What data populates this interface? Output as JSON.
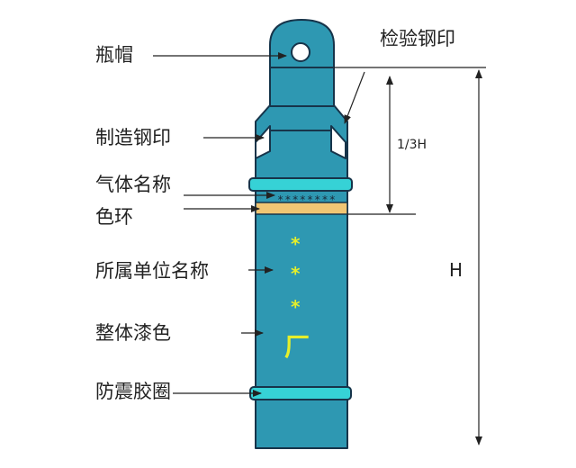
{
  "labels": {
    "cap": "瓶帽",
    "inspection_stamp": "检验钢印",
    "manufacture_stamp": "制造钢印",
    "gas_name": "气体名称",
    "color_ring": "色环",
    "unit_name": "所属单位名称",
    "overall_paint": "整体漆色",
    "rubber_ring": "防震胶圈"
  },
  "cylinder": {
    "stars": "********",
    "unit_marks": [
      "*",
      "*",
      "*"
    ],
    "unit_char": "厂"
  },
  "dimensions": {
    "third": "1/3H",
    "height": "H"
  },
  "colors": {
    "body": "#2e98b2",
    "outline": "#17344a",
    "band": "#36d2d6",
    "color_ring": "#f0c674",
    "marks": "#e6ef2a"
  }
}
